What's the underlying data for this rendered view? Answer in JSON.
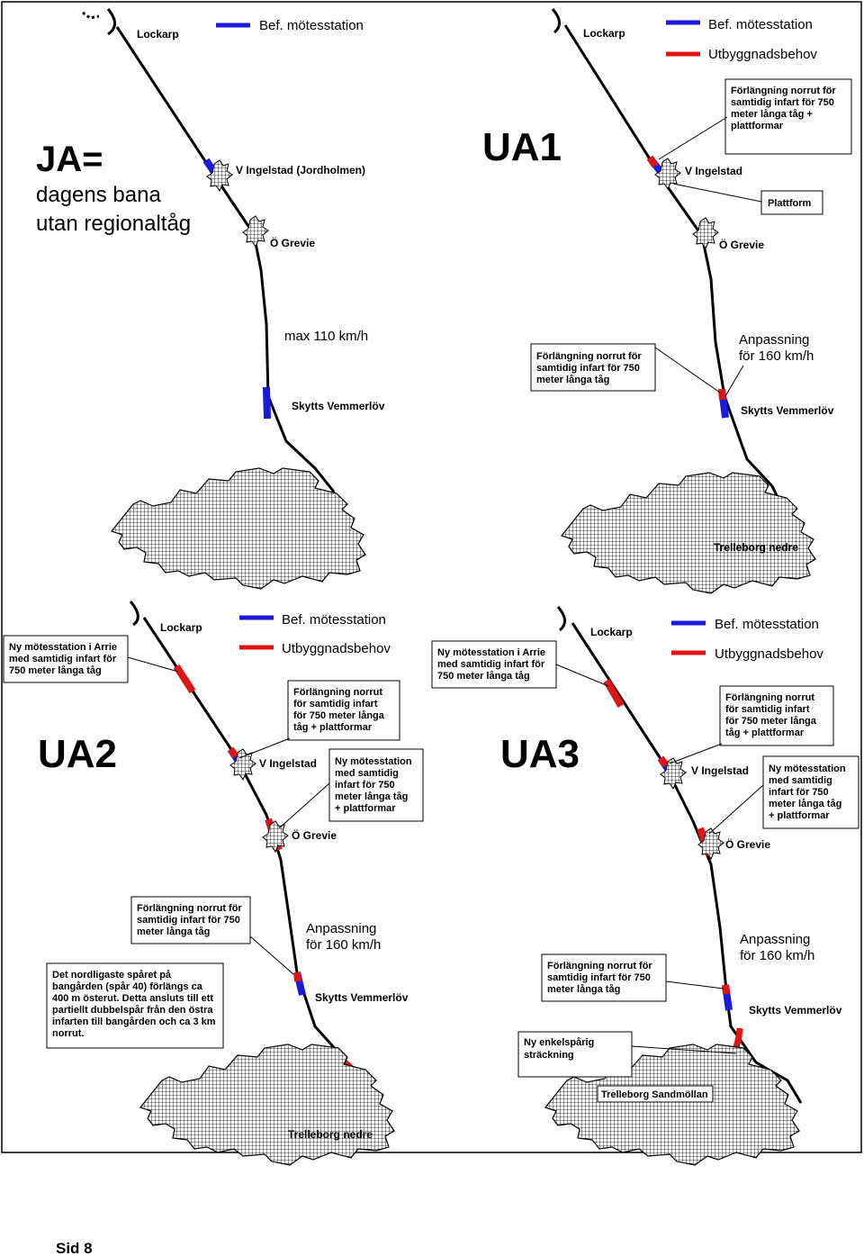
{
  "legend": {
    "bef": "Bef. mötesstation",
    "utb": "Utbyggnadsbehov",
    "colors": {
      "bef": "#1a1adc",
      "utb": "#e01414",
      "track": "#000000"
    }
  },
  "panels": {
    "ja": {
      "title_1": "JA=",
      "title_2": "dagens bana",
      "title_3": "utan regionaltåg",
      "lockarp": "Lockarp",
      "vingelstad": "V Ingelstad (Jordholmen)",
      "ogrevie": "Ö Grevie",
      "speed": "max 110 km/h",
      "skytts": "Skytts Vemmerlöv"
    },
    "ua1": {
      "title": "UA1",
      "lockarp": "Lockarp",
      "vingelstad": "V Ingelstad",
      "ogrevie": "Ö Grevie",
      "box_top": [
        "Förlängning norrut för",
        "samtidig infart för 750",
        "meter långa tåg +",
        "plattformar"
      ],
      "plattform": "Plattform",
      "box_mid": [
        "Förlängning norrut för",
        "samtidig infart för 750",
        "meter långa tåg"
      ],
      "anpassning": [
        "Anpassning",
        "för 160 km/h"
      ],
      "skytts": "Skytts Vemmerlöv",
      "trelleborg": "Trelleborg nedre"
    },
    "ua2": {
      "title": "UA2",
      "lockarp": "Lockarp",
      "box_arrie": [
        "Ny mötesstation i Arrie",
        "med samtidig infart för",
        "750 meter långa tåg"
      ],
      "box_forl": [
        "Förlängning norrut",
        "för samtidig infart",
        "för 750 meter långa",
        "tåg + plattformar"
      ],
      "vingelstad": "V Ingelstad",
      "box_ny": [
        "Ny mötesstation",
        "med samtidig",
        "infart för 750",
        "meter långa tåg",
        "+ plattformar"
      ],
      "ogrevie": "Ö Grevie",
      "box_forl2": [
        "Förlängning norrut för",
        "samtidig infart för 750",
        "meter långa tåg"
      ],
      "anpassning": [
        "Anpassning",
        "för 160 km/h"
      ],
      "box_nord": [
        "Det nordligaste spåret på",
        "bangården (spår 40) förlängs ca",
        "400 m österut. Detta ansluts till ett",
        "partiellt dubbelspår från den östra",
        "infarten till bangården och ca 3 km",
        "norrut."
      ],
      "skytts": "Skytts Vemmerlöv",
      "trelleborg": "Trelleborg nedre"
    },
    "ua3": {
      "title": "UA3",
      "lockarp": "Lockarp",
      "box_arrie": [
        "Ny mötesstation i Arrie",
        "med samtidig infart för",
        "750 meter långa tåg"
      ],
      "box_forl": [
        "Förlängning norrut",
        "för samtidig infart",
        "för 750 meter långa",
        "tåg + plattformar"
      ],
      "vingelstad": "V Ingelstad",
      "box_ny": [
        "Ny mötesstation",
        "med samtidig",
        "infart för 750",
        "meter långa tåg",
        "+ plattformar"
      ],
      "ogrevie": "Ö Grevie",
      "box_forl2": [
        "Förlängning norrut för",
        "samtidig infart för 750",
        "meter långa tåg"
      ],
      "anpassning": [
        "Anpassning",
        "för 160 km/h"
      ],
      "box_enkel": [
        "Ny enkelspårig",
        "sträckning"
      ],
      "skytts": "Skytts Vemmerlöv",
      "trelleborg": "Trelleborg Sandmöllan"
    }
  },
  "footer": {
    "page": "Sid 8"
  }
}
